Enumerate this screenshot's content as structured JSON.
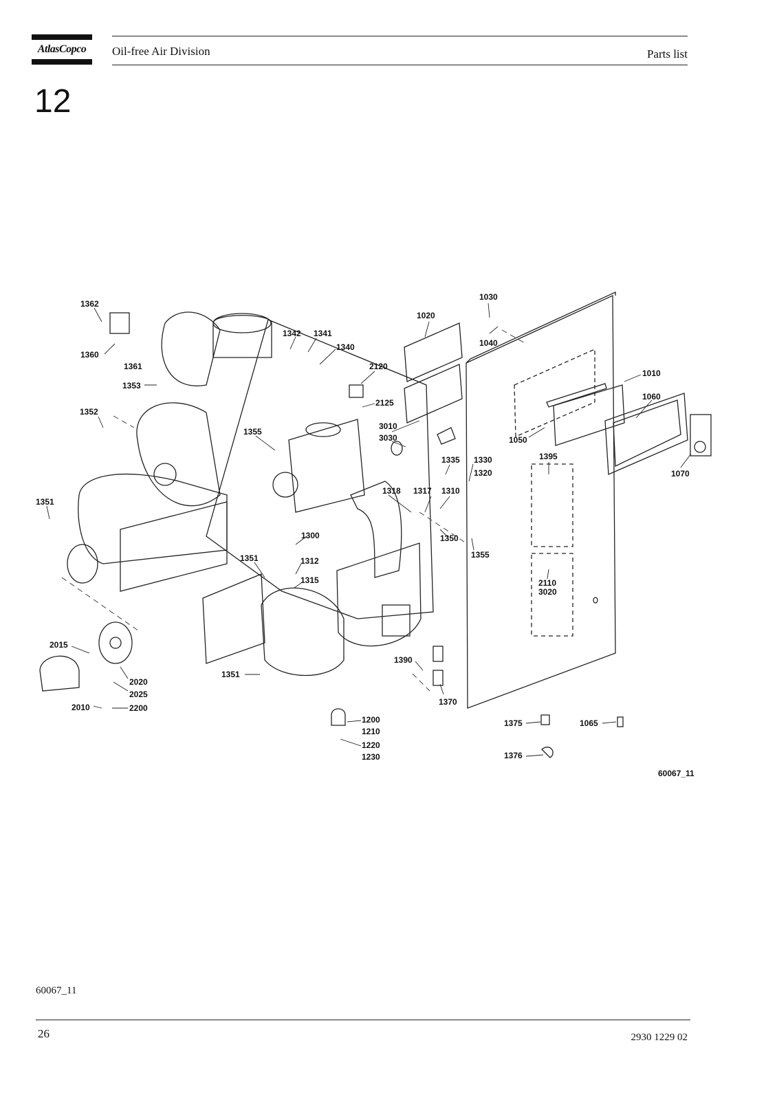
{
  "header": {
    "logo_text": "AtlasCopco",
    "division": "Oil-free Air Division",
    "doc_type": "Parts list"
  },
  "section_number": "12",
  "figure": {
    "reference": "60067_11",
    "callouts": [
      {
        "id": "c1362",
        "text": "1362"
      },
      {
        "id": "c1360",
        "text": "1360"
      },
      {
        "id": "c1361",
        "text": "1361"
      },
      {
        "id": "c1353",
        "text": "1353"
      },
      {
        "id": "c1342",
        "text": "1342"
      },
      {
        "id": "c1341",
        "text": "1341"
      },
      {
        "id": "c1340",
        "text": "1340"
      },
      {
        "id": "c1020",
        "text": "1020"
      },
      {
        "id": "c1030",
        "text": "1030"
      },
      {
        "id": "c1040",
        "text": "1040"
      },
      {
        "id": "c2120",
        "text": "2120"
      },
      {
        "id": "c2125",
        "text": "2125"
      },
      {
        "id": "c3010",
        "text": "3010"
      },
      {
        "id": "c3030",
        "text": "3030"
      },
      {
        "id": "c1010",
        "text": "1010"
      },
      {
        "id": "c1060",
        "text": "1060"
      },
      {
        "id": "c1050",
        "text": "1050"
      },
      {
        "id": "c1070",
        "text": "1070"
      },
      {
        "id": "c1352",
        "text": "1352"
      },
      {
        "id": "c1355a",
        "text": "1355"
      },
      {
        "id": "c1335",
        "text": "1335"
      },
      {
        "id": "c1330",
        "text": "1330"
      },
      {
        "id": "c1320",
        "text": "1320"
      },
      {
        "id": "c1395",
        "text": "1395"
      },
      {
        "id": "c1351a",
        "text": "1351"
      },
      {
        "id": "c1318",
        "text": "1318"
      },
      {
        "id": "c1317",
        "text": "1317"
      },
      {
        "id": "c1310",
        "text": "1310"
      },
      {
        "id": "c1350",
        "text": "1350"
      },
      {
        "id": "c1355b",
        "text": "1355"
      },
      {
        "id": "c1300",
        "text": "1300"
      },
      {
        "id": "c1351b",
        "text": "1351"
      },
      {
        "id": "c1312",
        "text": "1312"
      },
      {
        "id": "c1315",
        "text": "1315"
      },
      {
        "id": "c2110",
        "text": "2110"
      },
      {
        "id": "c3020",
        "text": "3020"
      },
      {
        "id": "c2015",
        "text": "2015"
      },
      {
        "id": "c2020",
        "text": "2020"
      },
      {
        "id": "c2025",
        "text": "2025"
      },
      {
        "id": "c2010",
        "text": "2010"
      },
      {
        "id": "c2200",
        "text": "2200"
      },
      {
        "id": "c1351c",
        "text": "1351"
      },
      {
        "id": "c1390",
        "text": "1390"
      },
      {
        "id": "c1370",
        "text": "1370"
      },
      {
        "id": "c1200",
        "text": "1200"
      },
      {
        "id": "c1210",
        "text": "1210"
      },
      {
        "id": "c1220",
        "text": "1220"
      },
      {
        "id": "c1230",
        "text": "1230"
      },
      {
        "id": "c1375",
        "text": "1375"
      },
      {
        "id": "c1065",
        "text": "1065"
      },
      {
        "id": "c1376",
        "text": "1376"
      }
    ]
  },
  "footer": {
    "figure_ref": "60067_11",
    "page_number": "26",
    "doc_number": "2930 1229 02"
  }
}
